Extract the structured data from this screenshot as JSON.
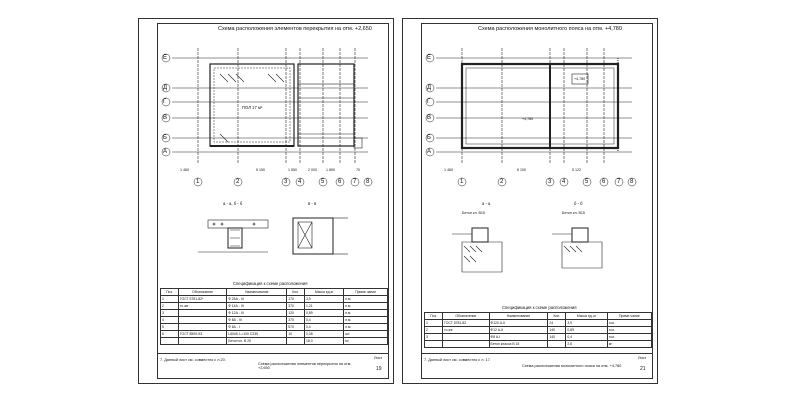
{
  "sheet_left": {
    "title": "Схема расположения элементов перекрытия на отм. +2,650",
    "axes_rows": [
      "Е",
      "Д",
      "Г",
      "В",
      "Б",
      "А"
    ],
    "axes_cols": [
      "1",
      "2",
      "3",
      "4",
      "5",
      "6",
      "7",
      "8"
    ],
    "dims_bottom": [
      "1 460",
      "5 150",
      "1 550",
      "2 000",
      "1 850",
      "70"
    ],
    "room_label": "ПОЛ 17 м²",
    "section_aa": "а - а, б - б",
    "section_bb": "в - в",
    "spec_title": "Спецификация к схеме расположения",
    "spec_headers": [
      "Поз.",
      "Обозначение",
      "Наименование",
      "Кол.",
      "Масса ед.кг",
      "Приме-чание"
    ],
    "spec_rows": [
      [
        "1",
        "ГОСТ 5781-82*",
        "Ф 25А - III",
        "170",
        "3,9",
        "п.м."
      ],
      [
        "2",
        "то же",
        "Ф 14А - III",
        "370",
        "1,21",
        "п.м."
      ],
      [
        "3",
        "",
        "Ф 12А - III",
        "120",
        "0,89",
        "п.м."
      ],
      [
        "4",
        "",
        "Ф 8А - III",
        "370",
        "0,4",
        "п.м."
      ],
      [
        "5",
        "",
        "Ф 6А - I",
        "570",
        "0,4",
        "п.м."
      ],
      [
        "6",
        "ГОСТ 8509-93",
        "L50х5; L=100   С235",
        "10",
        "0,38",
        "шт."
      ],
      [
        "",
        "",
        "Бетон кл. В 25",
        "",
        "18,0",
        "м³"
      ]
    ],
    "note": "7. Данный лист см. совместно с л.20.",
    "tb_title": "Схема расположения элементов перекрытия на отм. +2,650",
    "tb_label": "Лист",
    "tb_num": "19"
  },
  "sheet_right": {
    "title": "Схема расположения монолитного пояса на отм. +4,780",
    "axes_rows": [
      "Е",
      "Д",
      "Г",
      "В",
      "Б",
      "А"
    ],
    "axes_cols": [
      "1",
      "2",
      "3",
      "4",
      "5",
      "6",
      "7",
      "8"
    ],
    "dims_bottom": [
      "1 460",
      "6 100",
      "5 122"
    ],
    "mark_1": "+4,780",
    "mark_2": "+4,780",
    "section_aa": "а - а",
    "section_bb": "б - б",
    "concrete_a": "Бетон кл. В15",
    "concrete_b": "Бетон кл. В15",
    "spec_title": "Спецификация к схеме расположения",
    "spec_headers": [
      "Поз.",
      "Обозначение",
      "Наименование",
      "Кол.",
      "Масса ед.,кг",
      "Приме-чание"
    ],
    "spec_rows": [
      [
        "1",
        "ГОСТ 5781-82",
        "Ф120 А-II",
        "24",
        "3,9",
        "п.м."
      ],
      [
        "2",
        "то же",
        "Ф12 А-II",
        "140",
        "0,89",
        "п.м."
      ],
      [
        "3",
        "",
        "Ф8 А-I",
        "140",
        "0,4",
        "п.м."
      ],
      [
        "",
        "",
        "Бетон класса В 15",
        "",
        "2,6",
        "м³"
      ]
    ],
    "note": "7. Данный лист см. совместно с л. 17.",
    "tb_title": "Схема расположения монолитного пояса на отм. +4,780",
    "tb_label": "Лист",
    "tb_num": "21"
  }
}
